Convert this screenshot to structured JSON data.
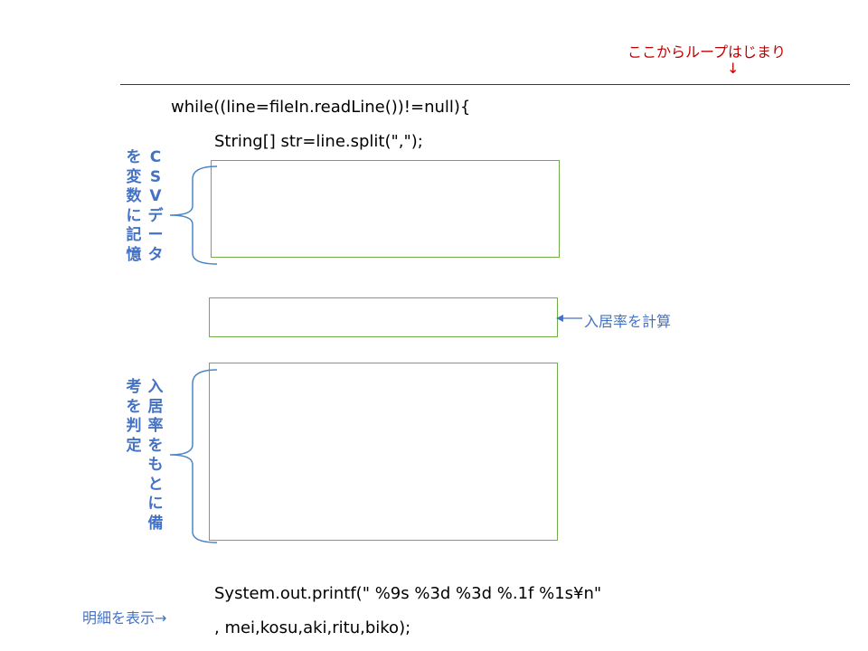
{
  "loop_start": {
    "label": "ここからループはじまり",
    "arrow": "↓"
  },
  "code": {
    "line1": "while((line=fileIn.readLine())!=null){",
    "line2": "String[] str=line.split(\",\");",
    "line3": "System.out.printf(\"  %9s   %3d      %3d    %.1f  %1s¥n\"",
    "line4": ", mei,kosu,aki,ritu,biko);"
  },
  "annotations": {
    "csv_col_right": "CSVデータ",
    "csv_col_left": "を変数に記憶",
    "calc_label": "入居率を計算",
    "judge_col_right": "入居率をもとに備",
    "judge_col_left": "考を判定",
    "detail_label": "明細を表示→"
  },
  "colors": {
    "loop": "#c00000",
    "annotation": "#4472c4",
    "box_border": "#70ad47"
  }
}
